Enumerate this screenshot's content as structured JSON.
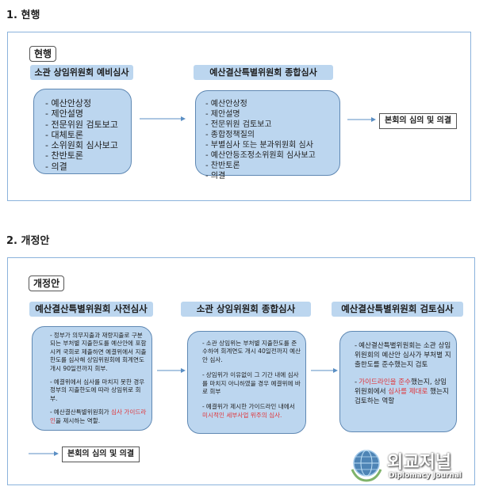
{
  "section1": {
    "title": "1. 현행",
    "tag": "현행",
    "col1": {
      "header": "소관 상임위원회 예비심사",
      "items": [
        "예산안상정",
        "제안설명",
        "전문위원 검토보고",
        "대체토론",
        "소위원회 심사보고",
        "찬반토론",
        "의결"
      ]
    },
    "col2": {
      "header": "예산결산특별위원회 종합심사",
      "items": [
        "예산안상정",
        "제안설명",
        "전문위원 검토보고",
        "종합정책질의",
        "부별심사 또는 분과위원회 심사",
        "예산안등조정소위원회 심사보고",
        "찬반토론",
        "의결"
      ]
    },
    "result": "본회의 심의 및 의결"
  },
  "section2": {
    "title": "2. 개정안",
    "tag": "개정안",
    "col1": {
      "header": "예산결산특별위원회 사전심사",
      "p1": "정부가 의무지출과 재량지출로 구분되는 부처별 지출한도를 예산안에 포함시켜 국회로 제출하면 예결위에서 지출한도를 심사해 상임위원회에 회계연도 개시 90일전까지 회부.",
      "p2": "예결위에서 심사를 마치지 못한 경우 정부의 지출한도에 따라 상임위로 회부.",
      "p3a": "예산결산특별위원회가 ",
      "p3red": "심사 가이드라인",
      "p3b": "을 제시하는 역할."
    },
    "col2": {
      "header": "소관 상임위원회 종합심사",
      "p1": "소관 상임위는 부처별 지출한도를 준수하여 회계연도 개시 40일전까지 예산안 심사.",
      "p2": "상임위가 이유없이 그 기간 내에 심사를 마치지 아니하였을 경우 예결위에 바로 회부",
      "p3a": "예결위가 제시한 가이드라인 내에서 ",
      "p3red": "미시적인 세부사업 위주의 심사."
    },
    "col3": {
      "header": "예산결산특별위원회 검토심사",
      "p1": "예산결산특별위원회는 소관 상임위원회의 예산안 심사가 부처별 지출한도를 준수했는지 검토",
      "p2red1": "가이드라인을 준수",
      "p2a": "했는지, 상임위원회에서 ",
      "p2red2": "심사를 제대로",
      "p2b": " 했는지 검토하는 역할"
    },
    "result": "본회의 심의 및 의결"
  },
  "watermark": {
    "name": "외교저널",
    "sub": "Diplomacy Journal",
    "icon": "globe-emblem-icon"
  },
  "colors": {
    "box_fill": "#bcd6ef",
    "frame_border": "#8bb3dc",
    "arrow": "#5b8fc4",
    "highlight": "#e0353a"
  }
}
